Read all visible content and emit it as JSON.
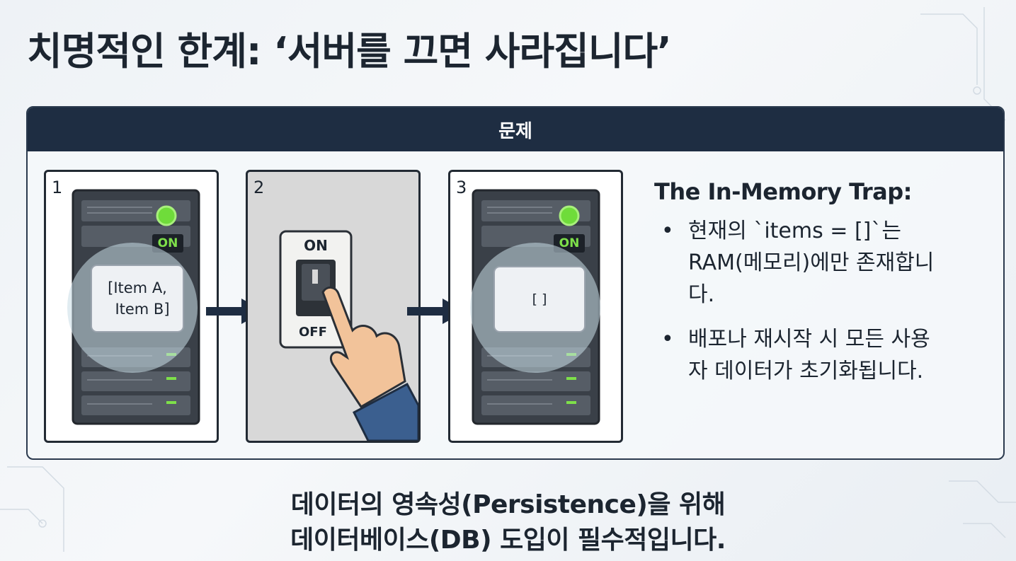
{
  "title": "치명적인 한계: ‘서버를 끄면 사라집니다’",
  "panel": {
    "header": "문제"
  },
  "steps": [
    {
      "number": "1",
      "status": "ON",
      "memory_line1": "[Item A,",
      "memory_line2": "Item B]"
    },
    {
      "number": "2",
      "switch_on": "ON",
      "switch_off": "OFF",
      "switch_mark": "I"
    },
    {
      "number": "3",
      "status": "ON",
      "memory": "[ ]"
    }
  ],
  "trap": {
    "title": "The In-Memory Trap:",
    "bullets": [
      "현재의 `items = []`는 RAM(메모리)에만 존재합니다.",
      "배포나 재시작 시 모든 사용자 데이터가 초기화됩니다."
    ]
  },
  "footer": {
    "line1": "데이터의 영속성(Persistence)을 위해",
    "line2": "데이터베이스(DB) 도입이 필수적입니다."
  },
  "colors": {
    "header_bg": "#1e2d42",
    "led_green": "#6fdc3a",
    "arrow": "#1e2d42",
    "sleeve": "#3b5f8f",
    "skin": "#f2c39a"
  },
  "icons": {
    "server": "server-rack-icon",
    "arrow": "arrow-right-icon",
    "switch": "power-switch-icon",
    "hand": "pointing-hand-icon"
  }
}
